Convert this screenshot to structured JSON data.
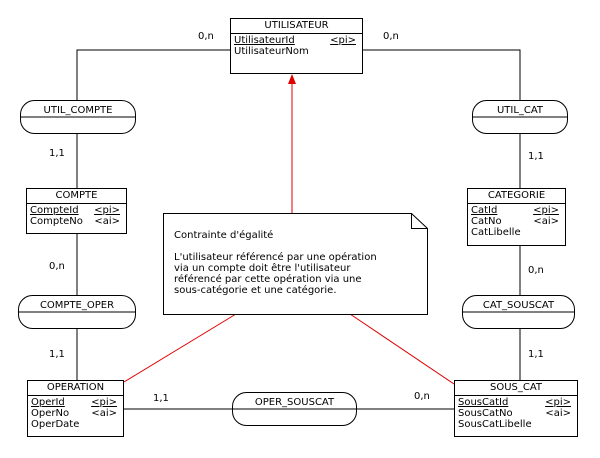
{
  "colors": {
    "line": "#000000",
    "constraint": "#e00000",
    "background": "#ffffff"
  },
  "entities": {
    "utilisateur": {
      "title": "UTILISATEUR",
      "attrs": [
        {
          "name": "UtilisateurId",
          "code": "<pi>",
          "id": true
        },
        {
          "name": "UtilisateurNom",
          "code": "",
          "id": false
        }
      ]
    },
    "compte": {
      "title": "COMPTE",
      "attrs": [
        {
          "name": "CompteId",
          "code": "<pi>",
          "id": true
        },
        {
          "name": "CompteNo",
          "code": "<ai>",
          "id": false
        }
      ]
    },
    "categorie": {
      "title": "CATEGORIE",
      "attrs": [
        {
          "name": "CatId",
          "code": "<pi>",
          "id": true
        },
        {
          "name": "CatNo",
          "code": "<ai>",
          "id": false
        },
        {
          "name": "CatLibelle",
          "code": "",
          "id": false
        }
      ]
    },
    "operation": {
      "title": "OPERATION",
      "attrs": [
        {
          "name": "OperId",
          "code": "<pi>",
          "id": true
        },
        {
          "name": "OperNo",
          "code": "<ai>",
          "id": false
        },
        {
          "name": "OperDate",
          "code": "",
          "id": false
        }
      ]
    },
    "sous_cat": {
      "title": "SOUS_CAT",
      "attrs": [
        {
          "name": "SousCatId",
          "code": "<pi>",
          "id": true
        },
        {
          "name": "SousCatNo",
          "code": "<ai>",
          "id": false
        },
        {
          "name": "SousCatLibelle",
          "code": "",
          "id": false
        }
      ]
    }
  },
  "associations": {
    "util_compte": "UTIL_COMPTE",
    "util_cat": "UTIL_CAT",
    "compte_oper": "COMPTE_OPER",
    "cat_souscat": "CAT_SOUSCAT",
    "oper_souscat": "OPER_SOUSCAT"
  },
  "cardinalities": {
    "utilisateur_left": "0,n",
    "utilisateur_right": "0,n",
    "compte_top": "1,1",
    "compte_bottom": "0,n",
    "categorie_top": "1,1",
    "categorie_bottom": "0,n",
    "operation_top": "1,1",
    "operation_right": "1,1",
    "sous_cat_top": "1,1",
    "sous_cat_left": "0,n"
  },
  "note": {
    "title": "Contrainte d'égalité",
    "lines": [
      "L'utilisateur référencé par une opération",
      "via un compte doit être l'utilisateur",
      "référencé par cette opération via une",
      "sous-catégorie et une catégorie."
    ]
  }
}
